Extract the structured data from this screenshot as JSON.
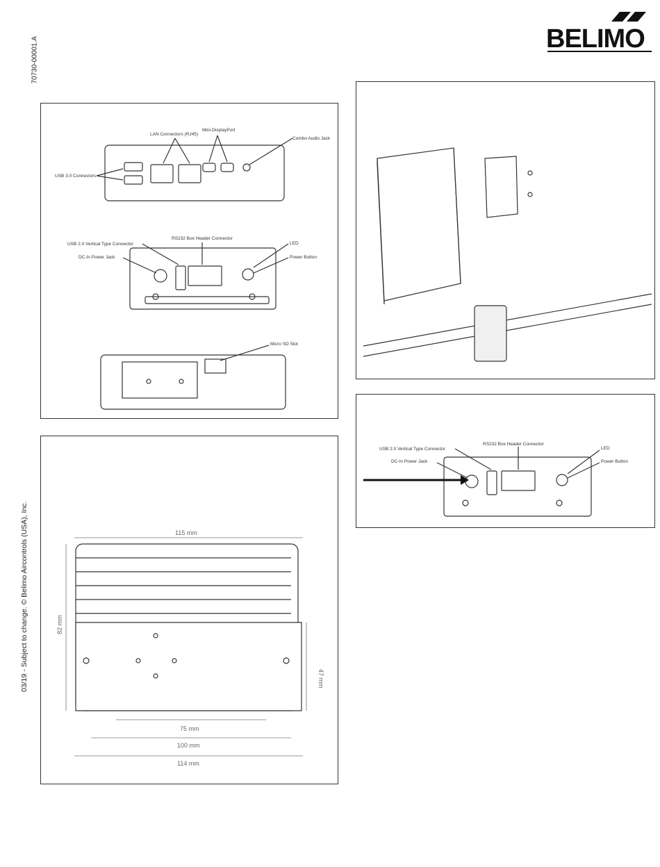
{
  "doc_code": "70730-00001.A",
  "footer_vertical": "03/19 - Subject to change. © Belimo Aircontrols (USA), Inc.",
  "logo_text": "BELIMO",
  "panel_ports": {
    "usb30": "USB 3.0 Connectors",
    "lan": "LAN Connectors (RJ45)",
    "minidp": "Mini-DisplayPort",
    "audio": "Combo Audio Jack",
    "usb20": "USB 2.0 Vertical Type Connector",
    "rs232": "RS232 Box Header Connector",
    "led": "LED",
    "dcin": "DC-In Power Jack",
    "power": "Power Button",
    "microsd": "Micro SD Slot"
  },
  "panel_power": {
    "usb20": "USB 2.0 Vertical Type Connector",
    "rs232": "RS232 Box Header Connector",
    "led": "LED",
    "dcin": "DC-In Power Jack",
    "power": "Power Button"
  },
  "panel_dims": {
    "w115": "115 mm",
    "h82": "82 mm",
    "h47": "47 mm",
    "w75": "75 mm",
    "w100": "100 mm",
    "w114": "114 mm"
  },
  "colors": {
    "line": "#333333",
    "dim": "#777777",
    "fill": "#eeeeee"
  }
}
